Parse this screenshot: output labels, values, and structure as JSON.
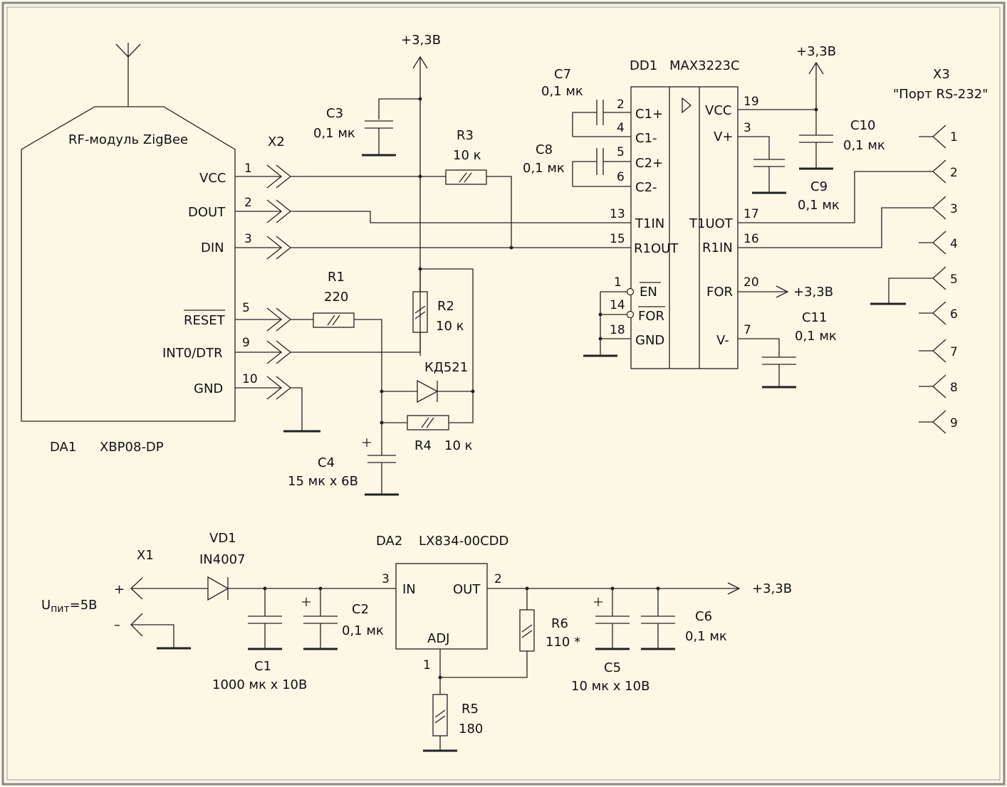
{
  "module": {
    "title": "RF-модуль  ZigBee",
    "designator": "DA1",
    "part": "XBP08-DP",
    "pins": [
      {
        "name": "VCC",
        "num": "1"
      },
      {
        "name": "DOUT",
        "num": "2"
      },
      {
        "name": "DIN",
        "num": "3"
      },
      {
        "name": "RESET",
        "num": "5"
      },
      {
        "name": "INT0/DTR",
        "num": "9"
      },
      {
        "name": "GND",
        "num": "10"
      }
    ]
  },
  "connectors": {
    "x2": "X2",
    "x3": "X3",
    "x3_desc": "\"Порт RS-232\"",
    "x3_pins": [
      "1",
      "2",
      "3",
      "4",
      "5",
      "6",
      "7",
      "8",
      "9"
    ],
    "x1": "X1"
  },
  "supply": {
    "top": "+3,3В"
  },
  "parts": {
    "c3": {
      "ref": "C3",
      "val": "0,1 мк"
    },
    "r3": {
      "ref": "R3",
      "val": "10 к"
    },
    "r1": {
      "ref": "R1",
      "val": "220"
    },
    "r2": {
      "ref": "R2",
      "val": "10 к"
    },
    "diode": {
      "ref": "КД521"
    },
    "r4": {
      "ref": "R4",
      "val": "10 к"
    },
    "c4": {
      "ref": "C4",
      "val": "15 мк  х  6В"
    },
    "c7": {
      "ref": "C7",
      "val": "0,1 мк"
    },
    "c8": {
      "ref": "C8",
      "val": "0,1 мк"
    },
    "c9": {
      "ref": "C9",
      "val": "0,1 мк"
    },
    "c10": {
      "ref": "C10",
      "val": "0,1 мк"
    },
    "c11": {
      "ref": "C11",
      "val": "0,1 мк"
    },
    "vd1": {
      "ref": "VD1",
      "val": "IN4007"
    },
    "c1": {
      "ref": "C1",
      "val": "1000 мк  х  10В"
    },
    "c2": {
      "ref": "C2",
      "val": "0,1 мк"
    },
    "r6": {
      "ref": "R6",
      "val": "110 *"
    },
    "c5": {
      "ref": "C5",
      "val": "10 мк  х  10В"
    },
    "c6": {
      "ref": "C6",
      "val": "0,1 мк"
    },
    "r5": {
      "ref": "R5",
      "val": "180"
    }
  },
  "ic_dd1": {
    "ref": "DD1",
    "part": "MAX3223C",
    "left": [
      {
        "name": "C1+",
        "num": "2"
      },
      {
        "name": "C1-",
        "num": "4"
      },
      {
        "name": "C2+",
        "num": "5"
      },
      {
        "name": "C2-",
        "num": "6"
      },
      {
        "name": "T1IN",
        "num": "13"
      },
      {
        "name": "R1OUT",
        "num": "15"
      },
      {
        "name": "EN",
        "num": "1"
      },
      {
        "name": "FOR",
        "num": "14"
      },
      {
        "name": "GND",
        "num": "18"
      }
    ],
    "right": [
      {
        "name": "VCC",
        "num": "19"
      },
      {
        "name": "V+",
        "num": "3"
      },
      {
        "name": "T1UOT",
        "num": "17"
      },
      {
        "name": "R1IN",
        "num": "16"
      },
      {
        "name": "FOR",
        "num": "20"
      },
      {
        "name": "V-",
        "num": "7"
      }
    ]
  },
  "ic_da2": {
    "ref": "DA2",
    "part": "LX834-00CDD",
    "in": "IN",
    "out": "OUT",
    "adj": "ADJ",
    "pin_in": "3",
    "pin_out": "2",
    "pin_adj": "1"
  },
  "power_in": {
    "u_main": "U",
    "u_sub": "пит",
    "u_val": "=5В",
    "plus": "+",
    "minus": "–"
  }
}
